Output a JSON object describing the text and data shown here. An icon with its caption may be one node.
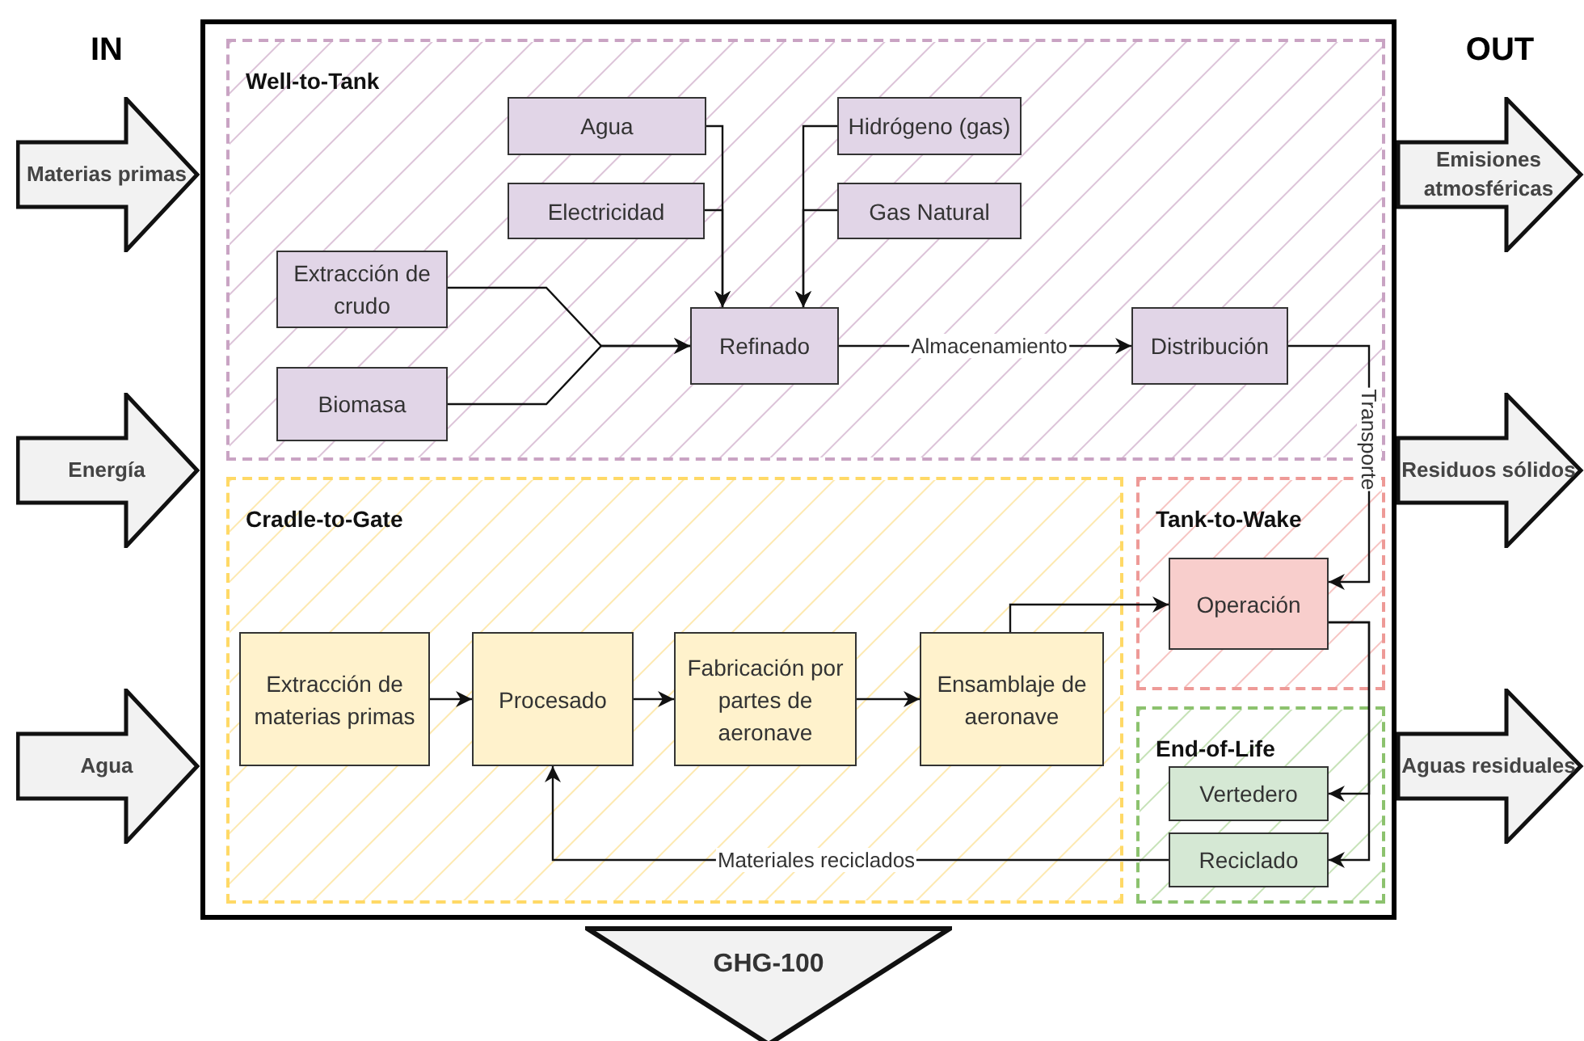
{
  "diagram": {
    "nodes": [
      {
        "text": [],
        "shape": "box"
      },
      {
        "text": [
          "Well-to-Tank"
        ],
        "in": 0
      },
      {
        "text": [
          "Agua"
        ],
        "in": 1
      },
      {
        "text": [
          "Hidrógeno (gas)"
        ],
        "in": 1
      },
      {
        "text": [
          "Electricidad"
        ],
        "in": 1
      },
      {
        "text": [
          "Gas Natural"
        ],
        "in": 1
      },
      {
        "text": [
          "Extracción de crudo"
        ],
        "in": 1
      },
      {
        "text": [
          "Refinado"
        ],
        "in": 1
      },
      {
        "text": [
          "Distribución"
        ],
        "in": 1
      },
      {
        "text": [
          "Biomasa"
        ],
        "in": 1
      },
      {
        "text": [
          "Cradle-to-Gate"
        ],
        "in": 0
      },
      {
        "text": [
          "Extracción de materias primas"
        ],
        "in": 10
      },
      {
        "text": [
          "Procesado"
        ],
        "in": 10
      },
      {
        "text": [
          "Fabricación por partes de aeronave"
        ],
        "in": 10
      },
      {
        "text": [
          "Ensamblaje de aeronave"
        ],
        "in": 10
      },
      {
        "text": [
          "Tank-to-Wake"
        ],
        "in": 0
      },
      {
        "text": [
          "Operación"
        ],
        "in": 15
      },
      {
        "text": [
          "End-of-Life"
        ],
        "in": 0
      },
      {
        "text": [
          "Vertedero"
        ],
        "in": 17
      },
      {
        "text": [
          "Reciclado"
        ],
        "in": 17
      },
      {
        "text": [
          "Materias primas"
        ]
      },
      {
        "text": [
          "Energía"
        ]
      },
      {
        "text": [
          "Agua"
        ]
      },
      {
        "text": [
          "Emisiones atmosféricas"
        ]
      },
      {
        "text": [
          "Residuos sólidos"
        ]
      },
      {
        "text": [
          "Aguas residuales"
        ]
      },
      {
        "text": [
          "GHG-100"
        ]
      }
    ],
    "edges": [
      {
        "from": 2,
        "to": 7,
        "arrow": "to"
      },
      {
        "from": 4,
        "to": 7,
        "arrow": "to"
      },
      {
        "from": 3,
        "to": 7,
        "arrow": "to"
      },
      {
        "from": 5,
        "to": 7,
        "arrow": "to"
      },
      {
        "from": 6,
        "to": 7,
        "arrow": "to"
      },
      {
        "from": 9,
        "to": 7,
        "arrow": "to"
      },
      {
        "from": 7,
        "to": 8,
        "arrow": "to",
        "label": "Almacenamiento"
      },
      {
        "from": 8,
        "to": 16,
        "arrow": "to",
        "label": "Transporte"
      },
      {
        "from": 11,
        "to": 12,
        "arrow": "to"
      },
      {
        "from": 12,
        "to": 13,
        "arrow": "to"
      },
      {
        "from": 13,
        "to": 14,
        "arrow": "to"
      },
      {
        "from": 14,
        "to": 16,
        "arrow": "to"
      },
      {
        "from": 16,
        "to": 18,
        "arrow": "to"
      },
      {
        "from": 16,
        "to": 19,
        "arrow": "to"
      },
      {
        "from": 19,
        "to": 12,
        "arrow": "to",
        "label": "Materiales reciclados"
      }
    ],
    "labels": [
      "IN",
      "OUT"
    ]
  }
}
